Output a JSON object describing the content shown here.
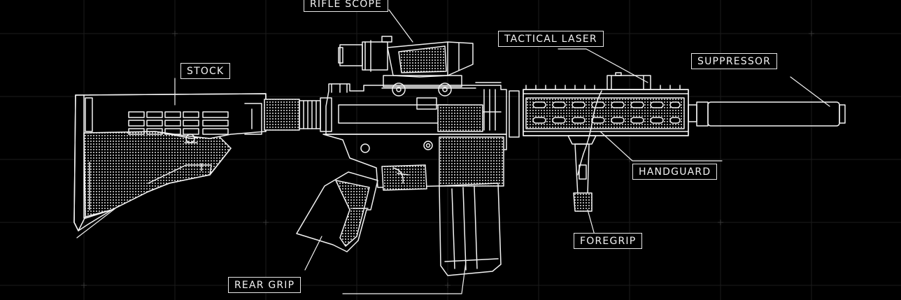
{
  "callouts": {
    "rifle_scope": "RIFLE SCOPE",
    "tactical_laser": "TACTICAL LASER",
    "suppressor": "SUPPRESSOR",
    "stock": "STOCK",
    "handguard": "HANDGUARD",
    "foregrip": "FOREGRIP",
    "rear_grip": "REAR GRIP"
  },
  "colors": {
    "background": "#000000",
    "line": "#f2f2f2",
    "grid": "#1a1a1a"
  }
}
